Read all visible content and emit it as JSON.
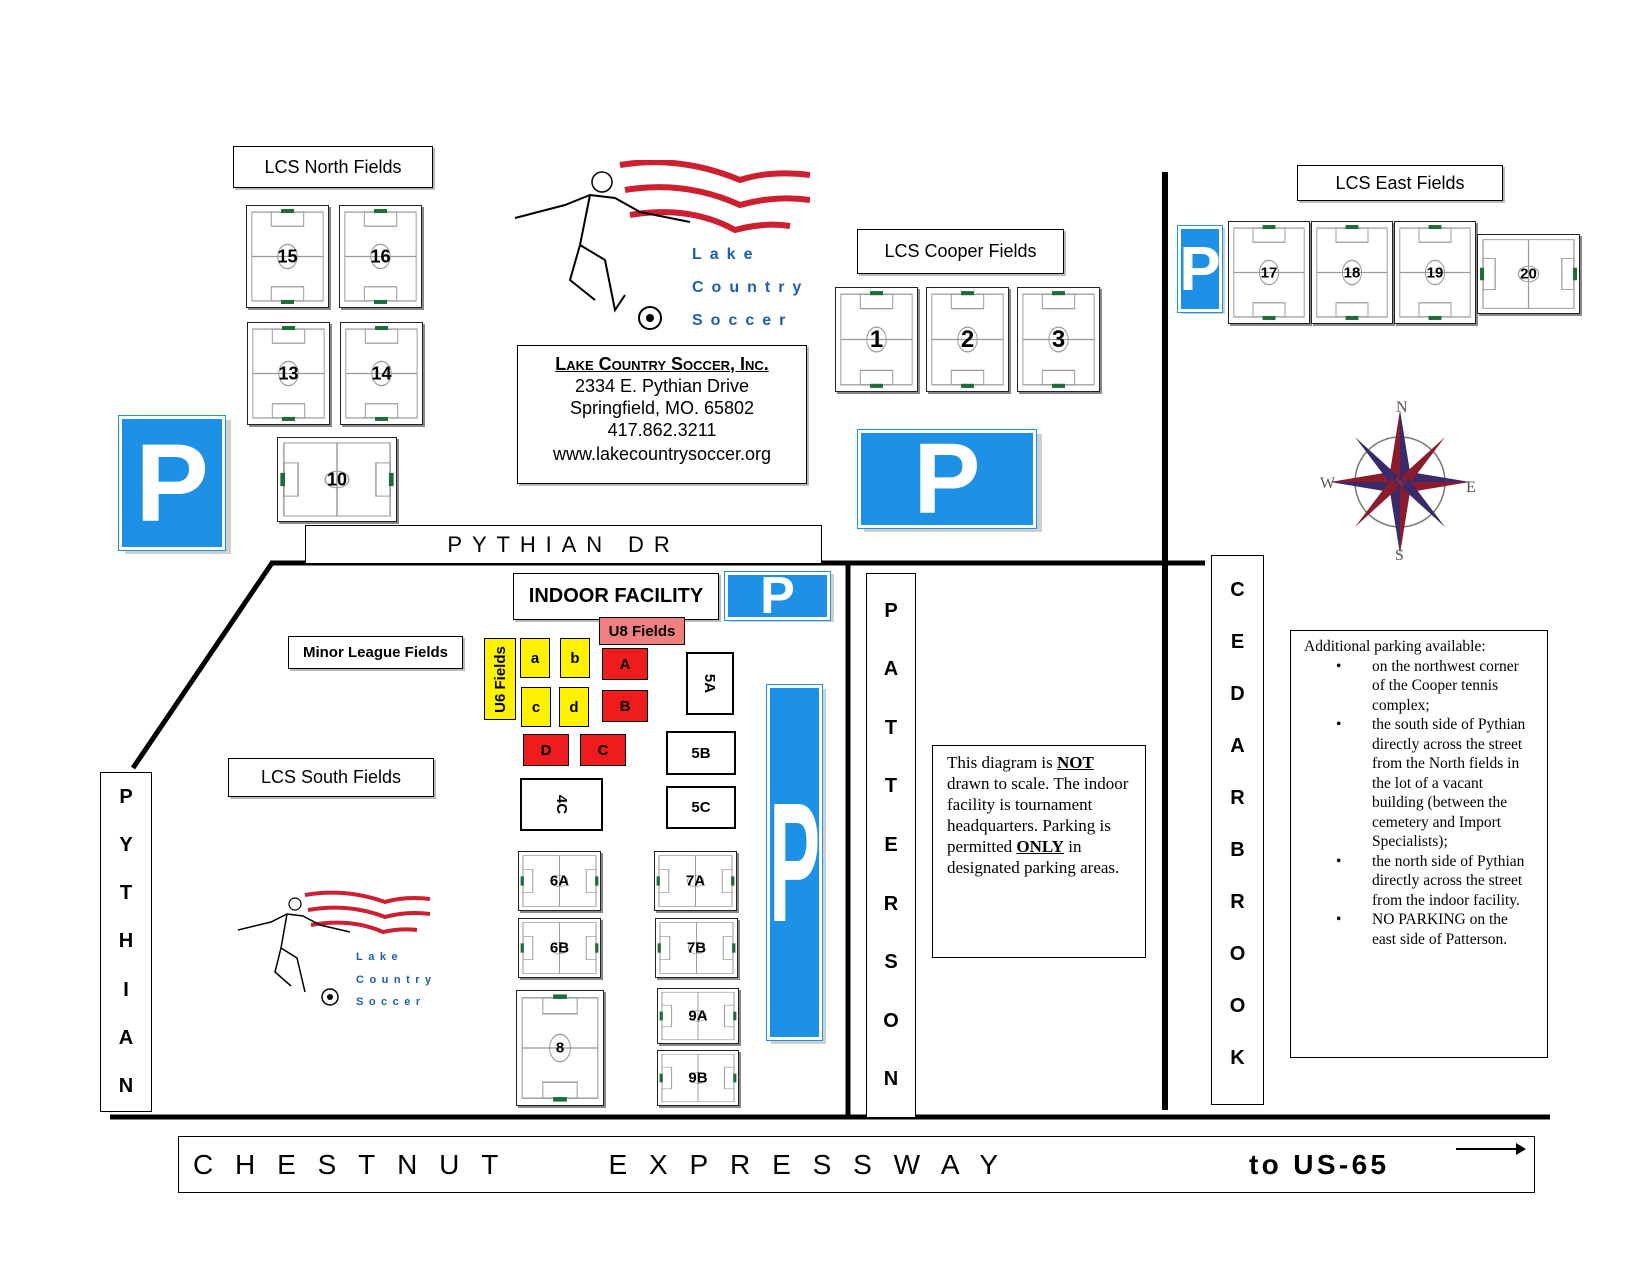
{
  "colors": {
    "parking": "#1e90e6",
    "u6_field": "#fff200",
    "u8_field": "#ee1c1c",
    "u8_label": "#f08080",
    "logo_blue": "#1a5fb4",
    "logo_red": "#cc1f2f"
  },
  "icons": [
    "parking-sign-icon",
    "compass-rose-icon",
    "soccer-player-logo-icon",
    "soccer-field-icon",
    "arrow-right-icon"
  ],
  "north": {
    "title": "LCS North Fields",
    "fields": [
      "15",
      "16",
      "13",
      "14",
      "10"
    ]
  },
  "cooper": {
    "title": "LCS Cooper Fields",
    "fields": [
      "1",
      "2",
      "3"
    ]
  },
  "east": {
    "title": "LCS East Fields",
    "fields": [
      "17",
      "18",
      "19",
      "20"
    ]
  },
  "south": {
    "title": "LCS South Fields",
    "fields": [
      "6A",
      "7A",
      "6B",
      "7B",
      "8",
      "9A",
      "9B"
    ]
  },
  "logo": {
    "line1": "Lake",
    "line2": "Country",
    "line3": "Soccer"
  },
  "address": {
    "name": "Lake Country Soccer, Inc.",
    "street": "2334 E. Pythian Drive",
    "city": "Springfield, MO.  65802",
    "phone": "417.862.3211",
    "web": "www.lakecountrysoccer.org"
  },
  "parking_letter": "P",
  "compass": {
    "n": "N",
    "s": "S",
    "e": "E",
    "w": "W"
  },
  "roads": {
    "pythian_dr": "PYTHIAN DR",
    "pythian_vertical": [
      "P",
      "Y",
      "T",
      "H",
      "I",
      "A",
      "N"
    ],
    "patterson": [
      "P",
      "A",
      "T",
      "T",
      "E",
      "R",
      "S",
      "O",
      "N"
    ],
    "cedarbrook": [
      "C",
      "E",
      "D",
      "A",
      "R",
      "B",
      "R",
      "O",
      "O",
      "K"
    ],
    "chestnut": "CHESTNUT   EXPRESSWAY",
    "to_us65": "to US-65"
  },
  "indoor": {
    "title": "INDOOR FACILITY"
  },
  "minor_league": {
    "label": "Minor League Fields"
  },
  "u6": {
    "label": "U6 Fields",
    "fields": [
      "a",
      "b",
      "c",
      "d"
    ]
  },
  "u8": {
    "label": "U8 Fields",
    "fields": [
      "A",
      "B",
      "D",
      "C"
    ]
  },
  "small_fields": [
    "5A",
    "5B",
    "5C",
    "4C"
  ],
  "notice": {
    "p1": "This diagram is ",
    "not": "NOT",
    "p2": " drawn to scale.  The indoor facility is tournament headquarters.  Parking is permitted ",
    "only": "ONLY",
    "p3": " in designated parking areas."
  },
  "additional_parking": {
    "heading": "Additional parking available:",
    "items": [
      "on the northwest corner of the Cooper tennis complex;",
      "the south side of Pythian directly across the street from the North fields in the lot of a vacant building (between the cemetery and Import Specialists);",
      "the north side of Pythian directly across the street from the indoor facility.",
      "NO PARKING on the east side of Patterson."
    ]
  }
}
